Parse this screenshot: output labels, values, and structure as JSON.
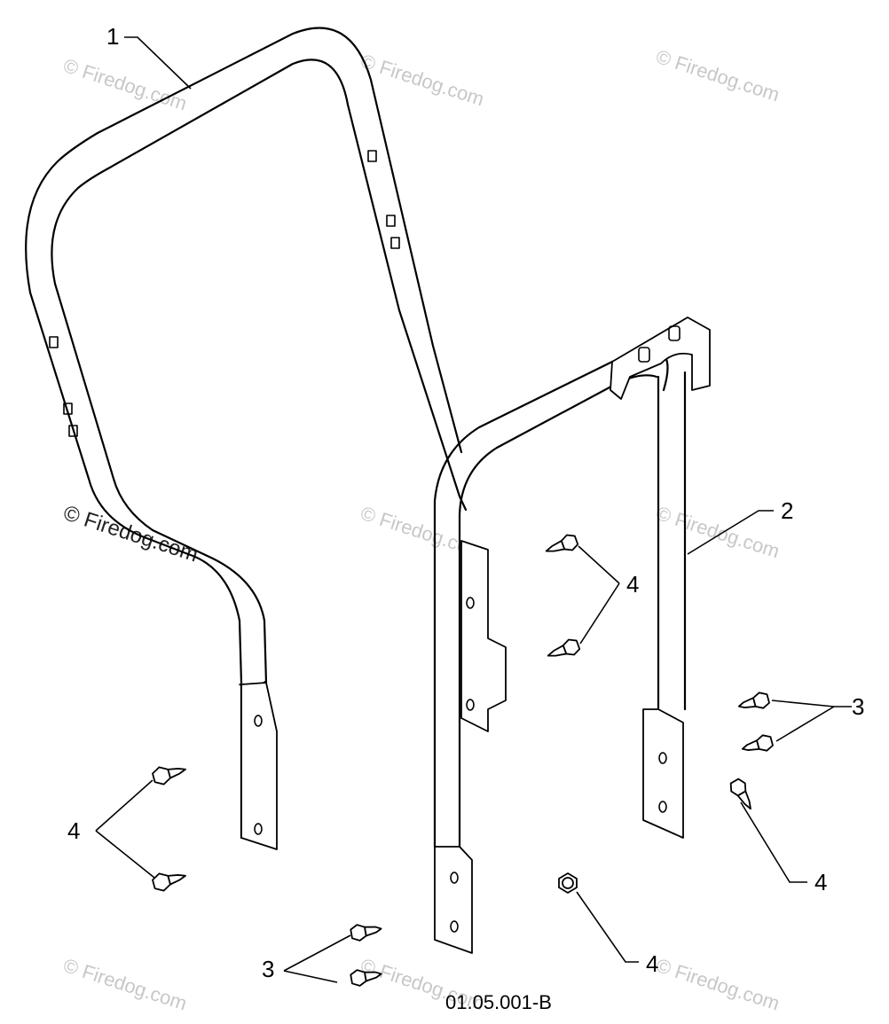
{
  "diagram": {
    "callouts": {
      "c1": "1",
      "c2": "2",
      "c3_right": "3",
      "c3_bottom": "3",
      "c4_center": "4",
      "c4_left": "4",
      "c4_right": "4",
      "c4_bottom": "4"
    },
    "figure_code": "01.05.001-B",
    "watermark": "© Firedog.com"
  }
}
